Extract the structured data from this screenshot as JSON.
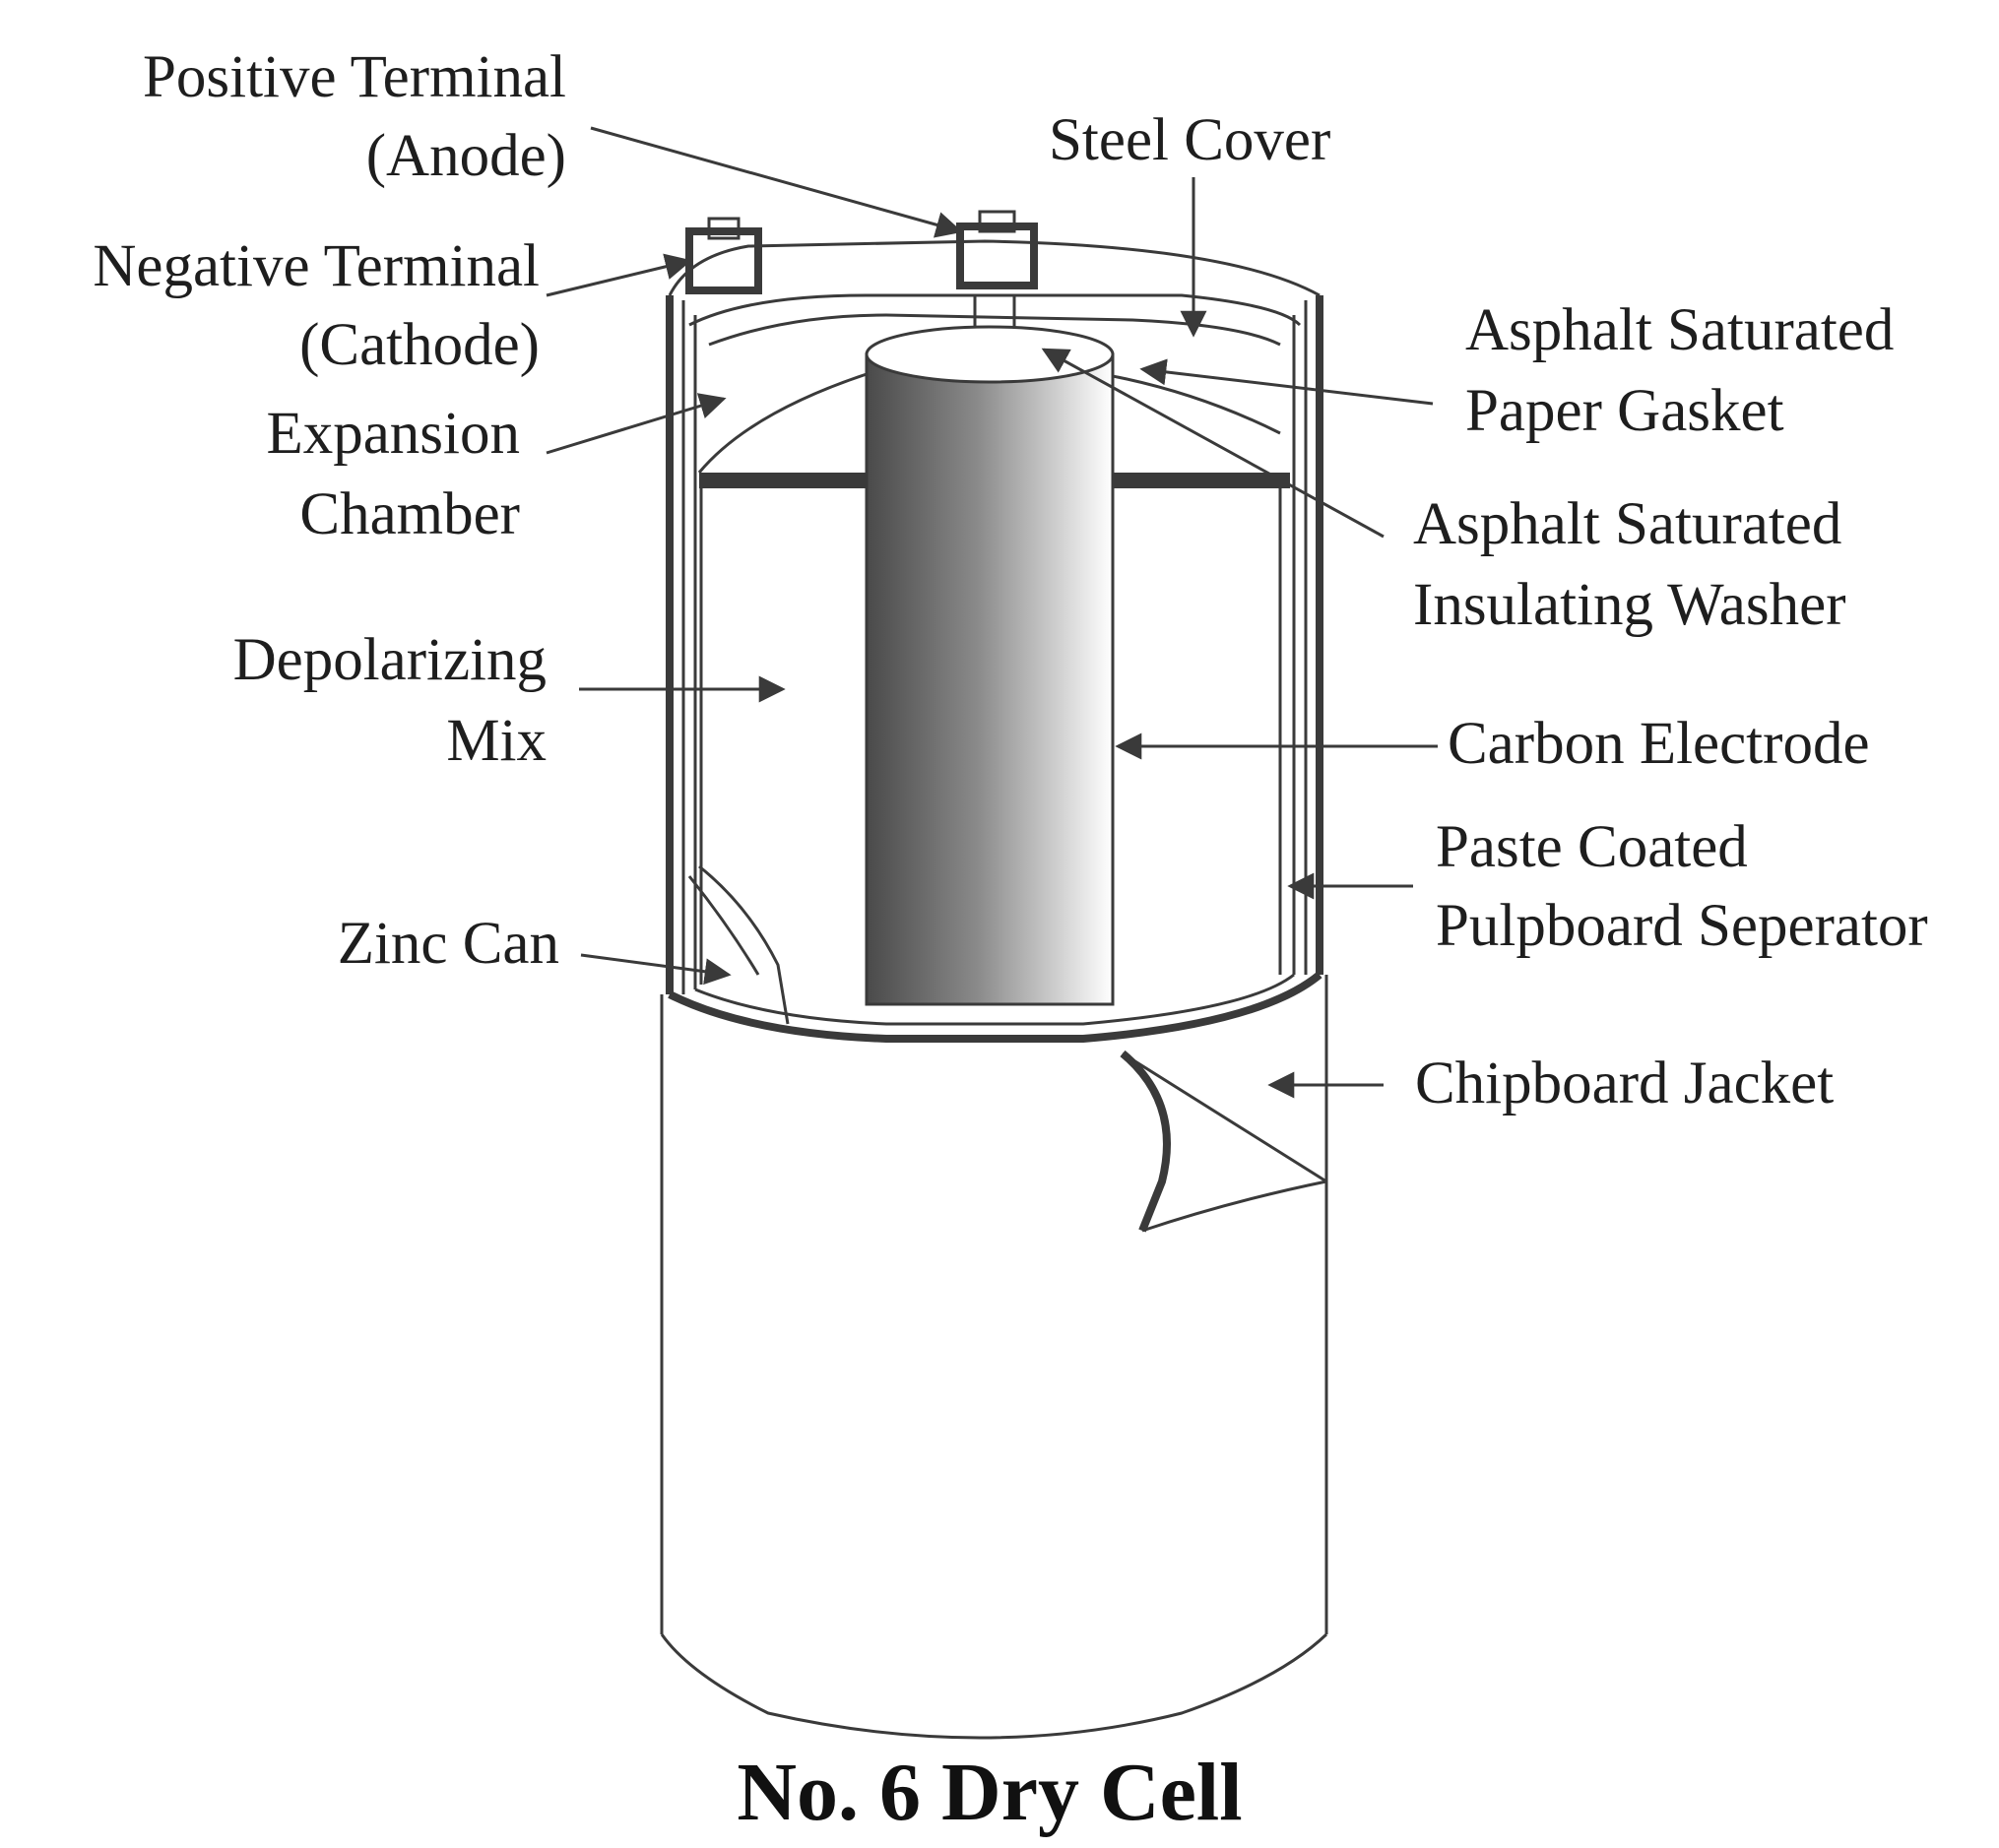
{
  "title": "No. 6 Dry Cell",
  "labels": {
    "positive_terminal_1": "Positive Terminal",
    "positive_terminal_2": "(Anode)",
    "negative_terminal_1": "Negative Terminal",
    "negative_terminal_2": "(Cathode)",
    "expansion_chamber_1": "Expansion",
    "expansion_chamber_2": "Chamber",
    "depolarizing_mix_1": "Depolarizing",
    "depolarizing_mix_2": "Mix",
    "zinc_can": "Zinc Can",
    "steel_cover": "Steel Cover",
    "asphalt_gasket_1": "Asphalt Saturated",
    "asphalt_gasket_2": "Paper Gasket",
    "asphalt_washer_1": "Asphalt Saturated",
    "asphalt_washer_2": "Insulating Washer",
    "carbon_electrode": "Carbon Electrode",
    "paste_separator_1": "Paste Coated",
    "paste_separator_2": "Pulpboard Seperator",
    "chipboard_jacket": "Chipboard Jacket"
  },
  "colors": {
    "line": "#3a3a3a",
    "electrode_dark": "#555555",
    "electrode_light": "#ffffff"
  }
}
